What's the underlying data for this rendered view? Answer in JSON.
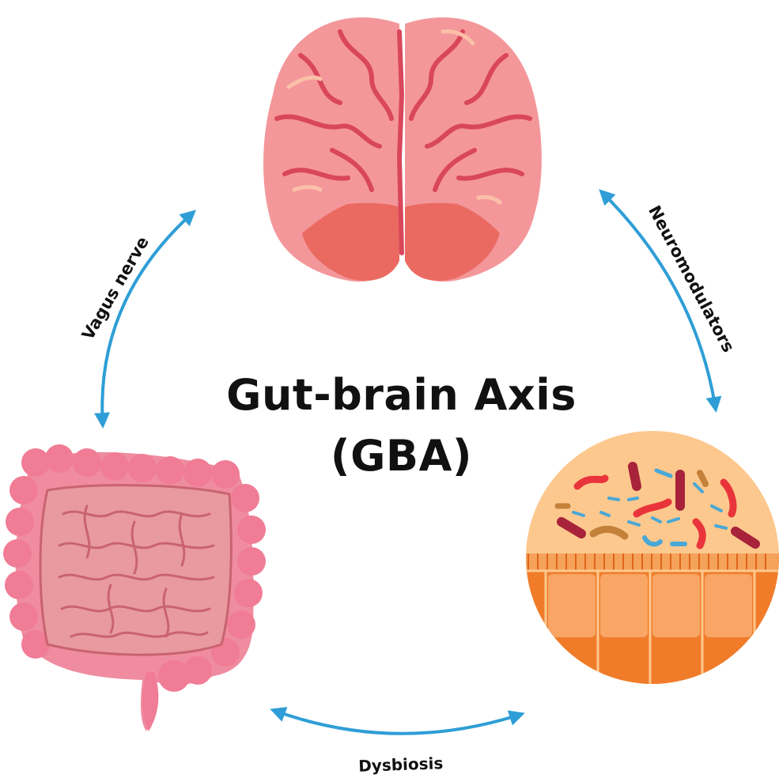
{
  "title": {
    "line1": "Gut-brain Axis",
    "line2": "(GBA)"
  },
  "labels": {
    "vagus": "Vagus nerve",
    "neuro": "Neuromodulators",
    "dysbiosis": "Dysbiosis"
  },
  "colors": {
    "arrow": "#2f9ed6",
    "brain": "#f08a8e",
    "brain_shadow": "#e86464",
    "intestine": "#ee8fa0",
    "microbiome_bg": "#fdc88e",
    "epithelium": "#f07c2a"
  }
}
